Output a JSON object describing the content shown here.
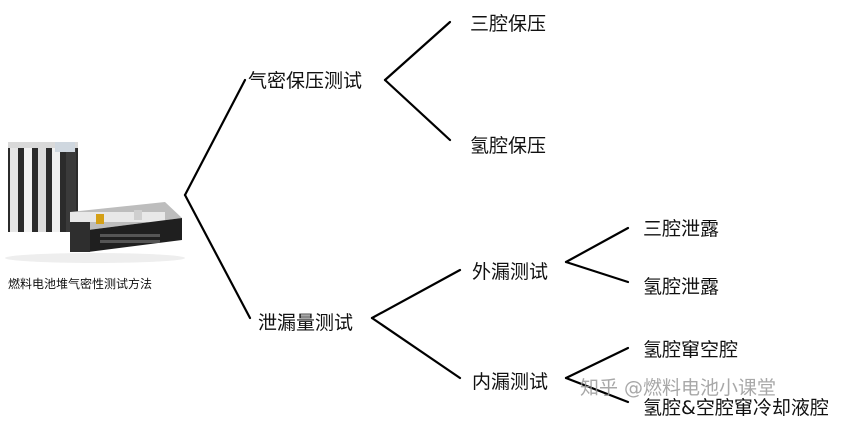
{
  "diagram": {
    "caption": "燃料电池堆气密性测试方法",
    "root_branches": {
      "airtight": "气密保压测试",
      "leak": "泄漏量测试"
    },
    "airtight_children": {
      "three_cavity": "三腔保压",
      "hydrogen_cavity": "氢腔保压"
    },
    "leak_children": {
      "external": "外漏测试",
      "internal": "内漏测试"
    },
    "external_children": {
      "three_cavity_leak": "三腔泄露",
      "hydrogen_cavity_leak": "氢腔泄露"
    },
    "internal_children": {
      "h_air": "氢腔窜空腔",
      "h_air_coolant": "氢腔&空腔窜冷却液腔"
    },
    "watermark": "知乎 @燃料电池小课堂"
  },
  "colors": {
    "line": "#000000",
    "text": "#111111"
  }
}
